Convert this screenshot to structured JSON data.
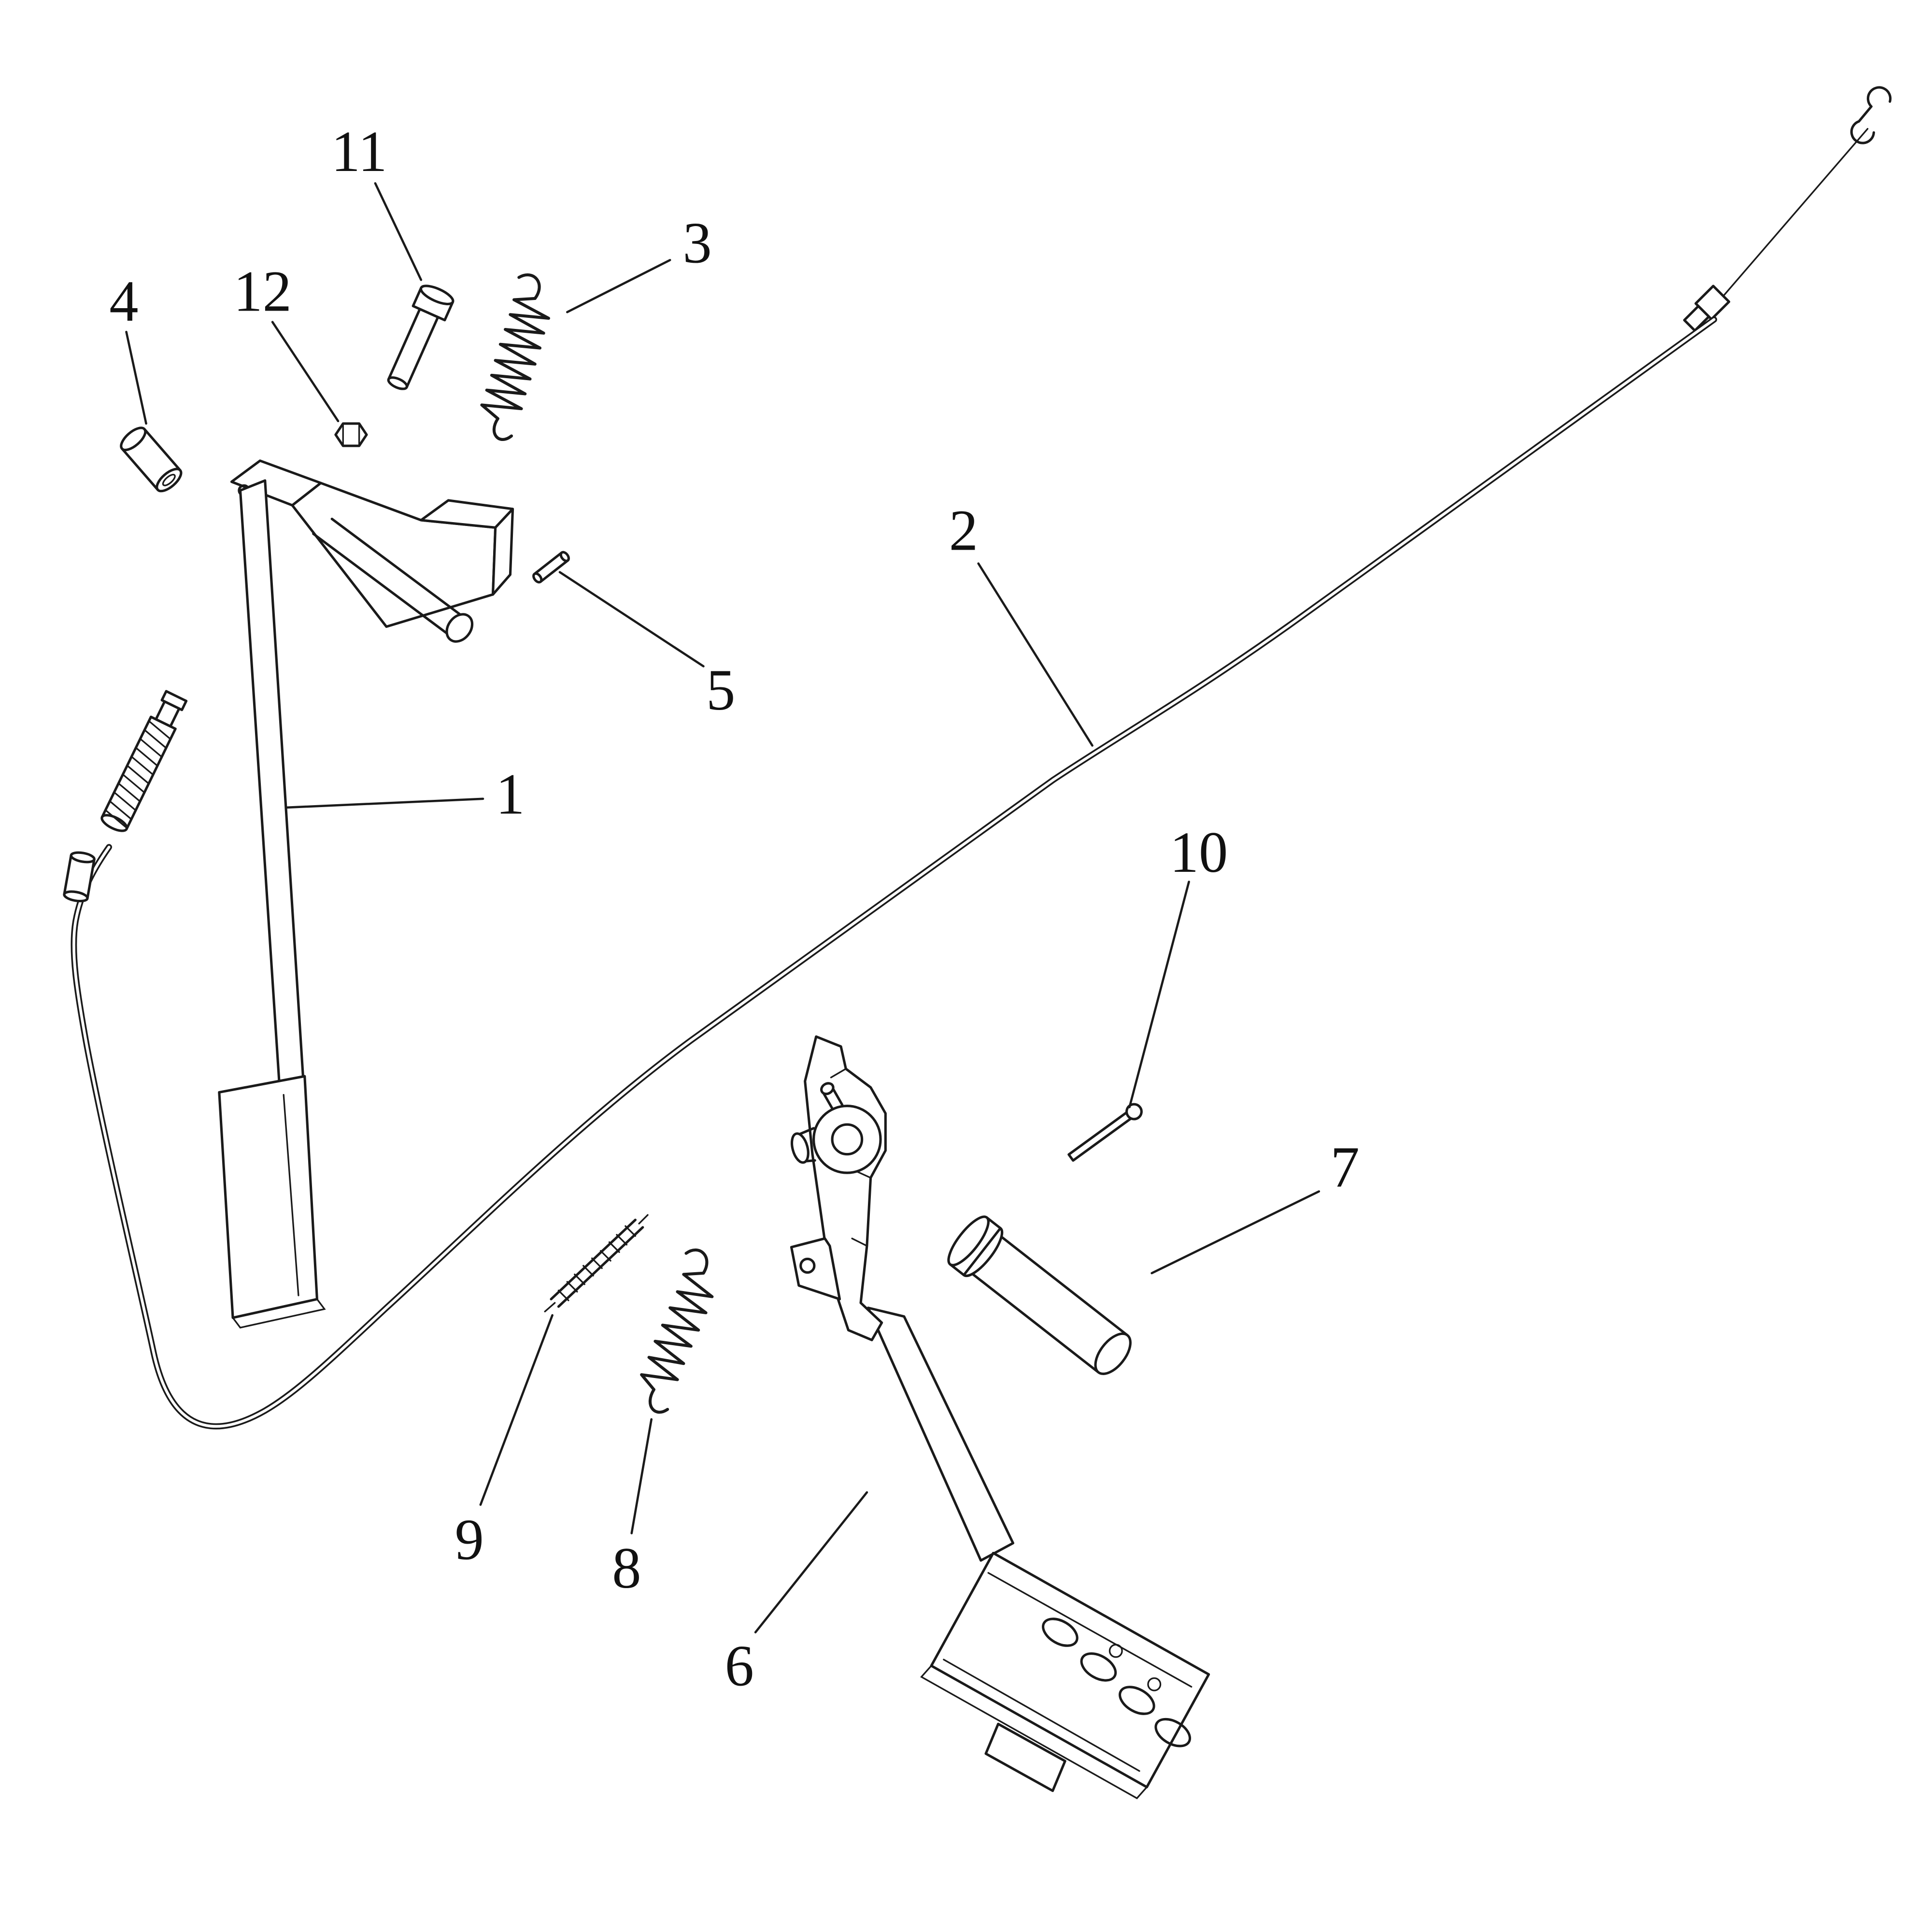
{
  "figure": {
    "type": "exploded-parts-diagram",
    "background": "#ffffff",
    "line_color": "#1a1a1a",
    "callouts": [
      {
        "label": "1"
      },
      {
        "label": "2"
      },
      {
        "label": "3"
      },
      {
        "label": "4"
      },
      {
        "label": "5"
      },
      {
        "label": "6"
      },
      {
        "label": "7"
      },
      {
        "label": "8"
      },
      {
        "label": "9"
      },
      {
        "label": "10"
      },
      {
        "label": "11"
      },
      {
        "label": "12"
      }
    ]
  }
}
